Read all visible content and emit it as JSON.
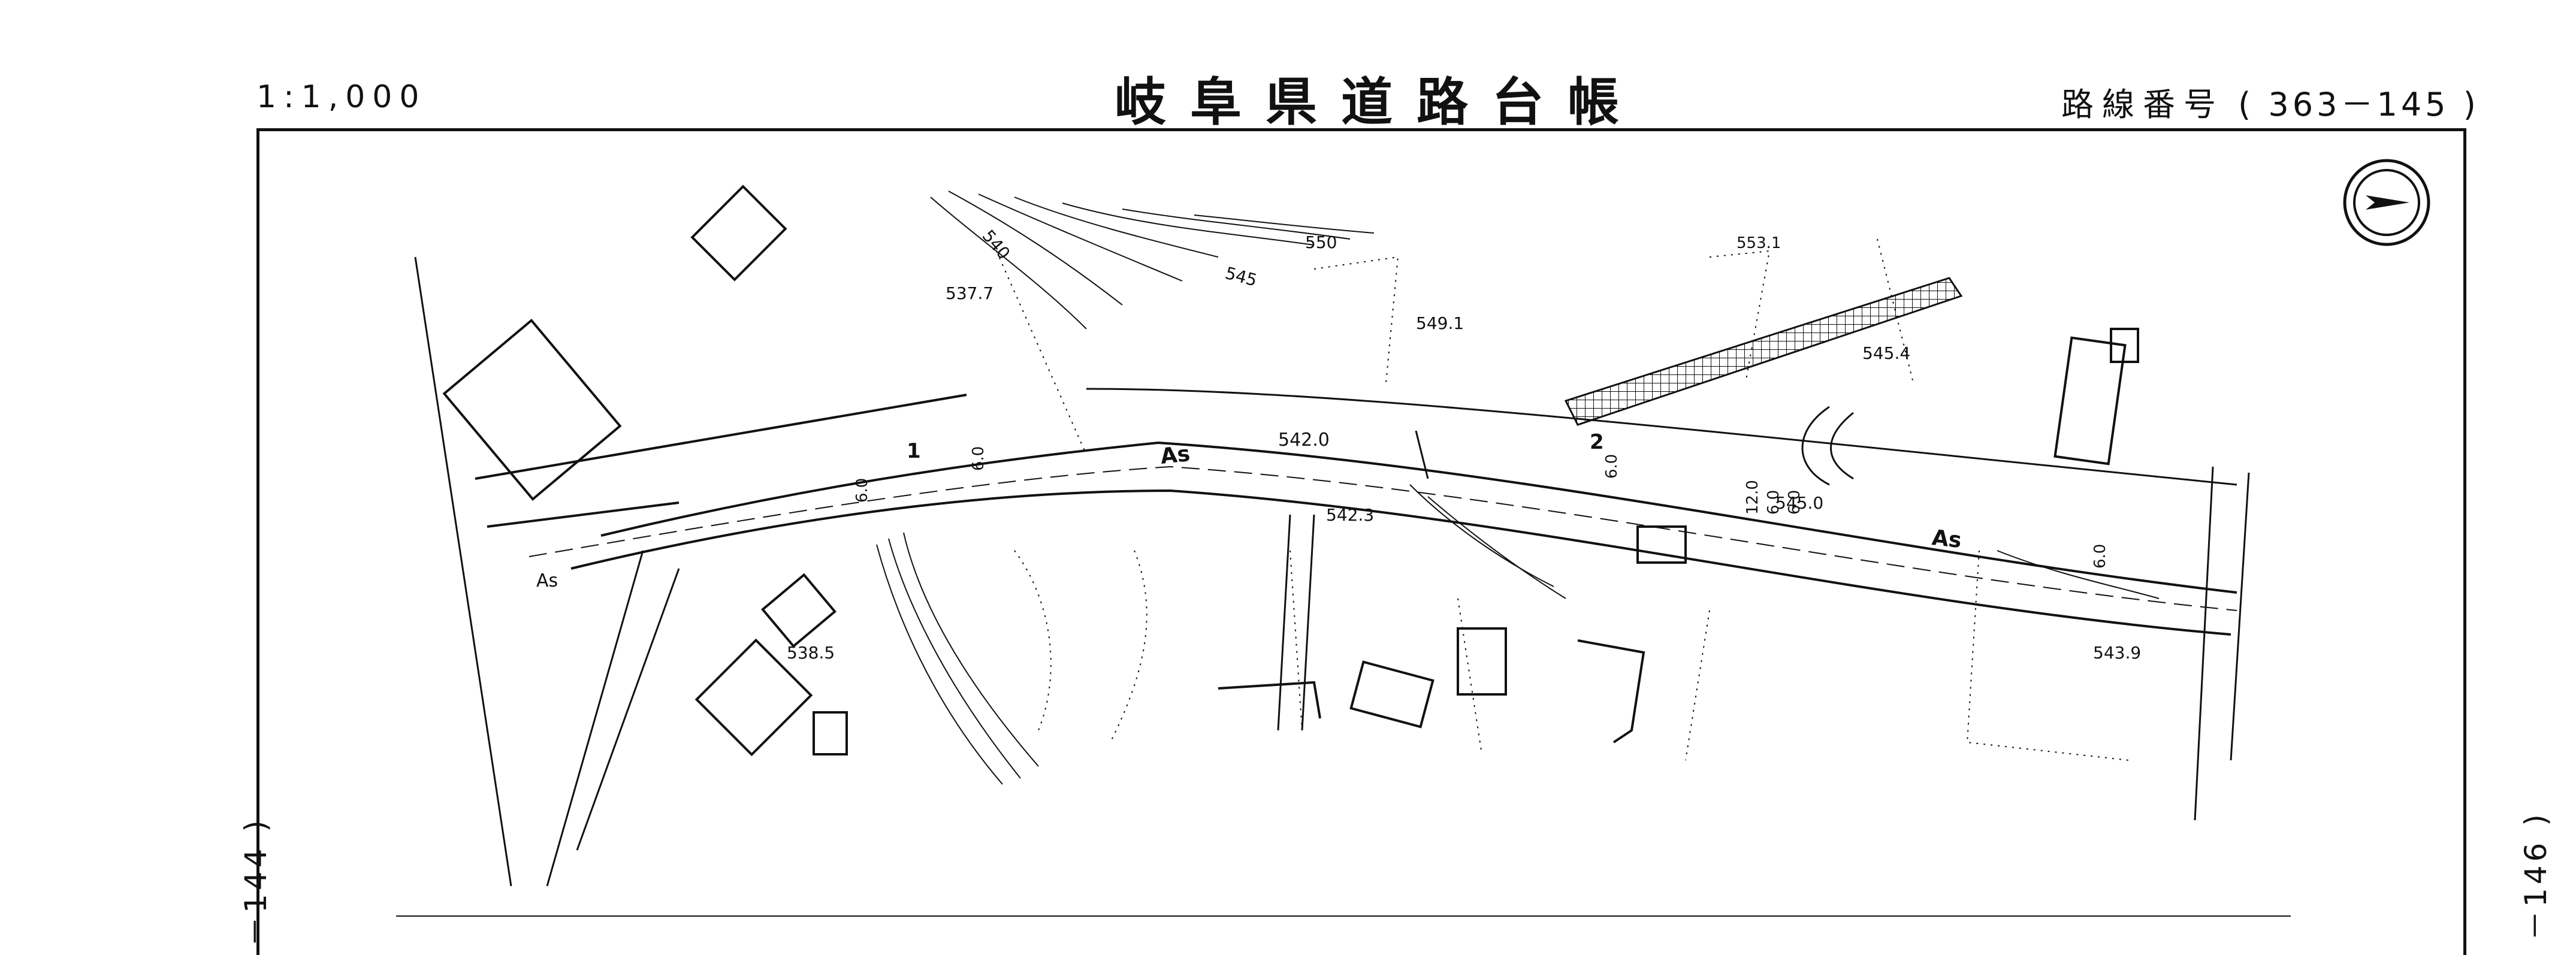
{
  "header": {
    "scale": "1:1,000",
    "title": "岐阜県道路台帳",
    "route_label": "路線番号",
    "route_number": "( 363－145 )"
  },
  "adjacent_sheets": {
    "left": "－144 )",
    "right": "－146 )"
  },
  "map": {
    "elevations": [
      {
        "label": "537.7"
      },
      {
        "label": "538.5"
      },
      {
        "label": "542.0"
      },
      {
        "label": "542.3"
      },
      {
        "label": "549.1"
      },
      {
        "label": "550"
      },
      {
        "label": "553.1"
      },
      {
        "label": "545.4"
      },
      {
        "label": "545.0"
      },
      {
        "label": "543.9"
      },
      {
        "label": "545"
      },
      {
        "label": "540"
      }
    ],
    "surface_labels": [
      "As",
      "As",
      "As"
    ],
    "road_widths": [
      "6.0",
      "6.0",
      "6.0",
      "12.0",
      "6.0",
      "6.0",
      "6.0"
    ],
    "section_marks": [
      "1",
      "2"
    ],
    "north_symbol": "north-arrow-icon"
  }
}
